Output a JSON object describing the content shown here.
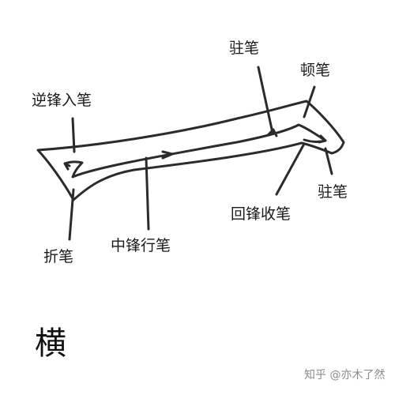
{
  "diagram": {
    "labels": {
      "zhu_bi_top": "驻笔",
      "dun_bi": "顿笔",
      "ni_feng_ru_bi": "逆锋入笔",
      "zhu_bi_right": "驻笔",
      "hui_feng_shou_bi": "回锋收笔",
      "zhong_feng_xing_bi": "中锋行笔",
      "zhe_bi": "折笔"
    },
    "character": "横"
  },
  "watermark": "知乎 @亦木了然",
  "colors": {
    "ink": "#2b2b2b",
    "text": "#1a1a1a",
    "watermark": "#8a8a8a",
    "background": "#ffffff"
  }
}
